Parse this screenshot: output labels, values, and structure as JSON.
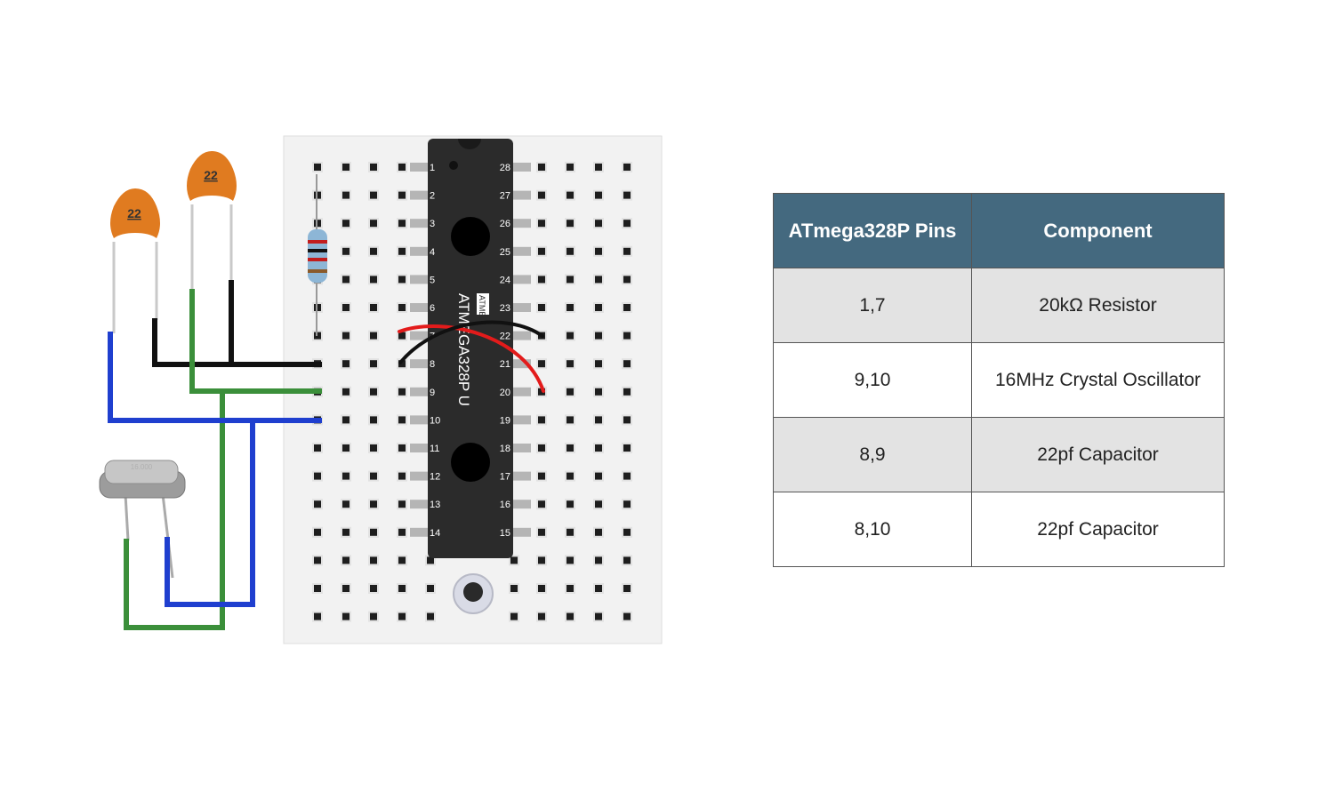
{
  "diagram": {
    "chip": {
      "brand_text": "ATMEL",
      "model_text": "ATMEGA328P U",
      "left_pins": [
        "1",
        "2",
        "3",
        "4",
        "5",
        "6",
        "7",
        "8",
        "9",
        "10",
        "11",
        "12",
        "13",
        "14"
      ],
      "right_pins": [
        "28",
        "27",
        "26",
        "25",
        "24",
        "23",
        "22",
        "21",
        "20",
        "19",
        "18",
        "17",
        "16",
        "15"
      ]
    },
    "capacitors": [
      {
        "label": "22"
      },
      {
        "label": "22"
      }
    ],
    "crystal": {
      "label": "16.000"
    },
    "colors": {
      "wire_blue": "#1f3fcf",
      "wire_green": "#3b8f3a",
      "wire_black": "#111111",
      "wire_red": "#e31b1b",
      "capacitor": "#e07b20",
      "chip": "#2b2b2b",
      "breadboard": "#f2f2f2"
    }
  },
  "table": {
    "headers": [
      "ATmega328P Pins",
      "Component"
    ],
    "rows": [
      {
        "pins": "1,7",
        "component": "20kΩ Resistor"
      },
      {
        "pins": "9,10",
        "component": "16MHz Crystal Oscillator"
      },
      {
        "pins": "8,9",
        "component": "22pf Capacitor"
      },
      {
        "pins": "8,10",
        "component": "22pf Capacitor"
      }
    ]
  }
}
